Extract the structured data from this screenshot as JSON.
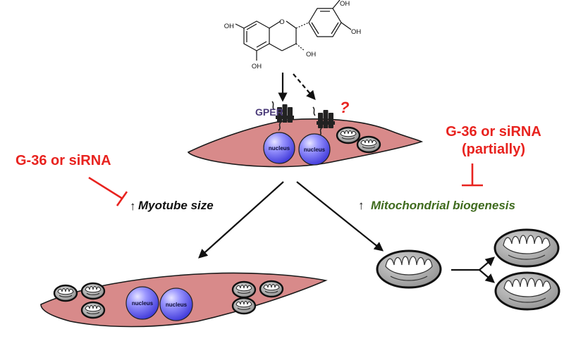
{
  "molecule": {
    "oh_label": "OH",
    "ring_oxygen": "O"
  },
  "receptor": {
    "label": "GPER",
    "unknown_marker": "?"
  },
  "nucleus_label": "nucleus",
  "left_inhibitor": "G-36 or siRNA",
  "right_inhibitor": {
    "line1": "G-36 or siRNA",
    "line2": "(partially)"
  },
  "effects": {
    "arrow_symbol": "↑",
    "myotube": "Myotube size",
    "mito": "Mitochondrial biogenesis"
  },
  "colors": {
    "inhibitor_red": "#e8231f",
    "mito_green": "#3f6b1e",
    "cell_fill": "#d88a8a",
    "gper_purple": "#4a3a78"
  }
}
